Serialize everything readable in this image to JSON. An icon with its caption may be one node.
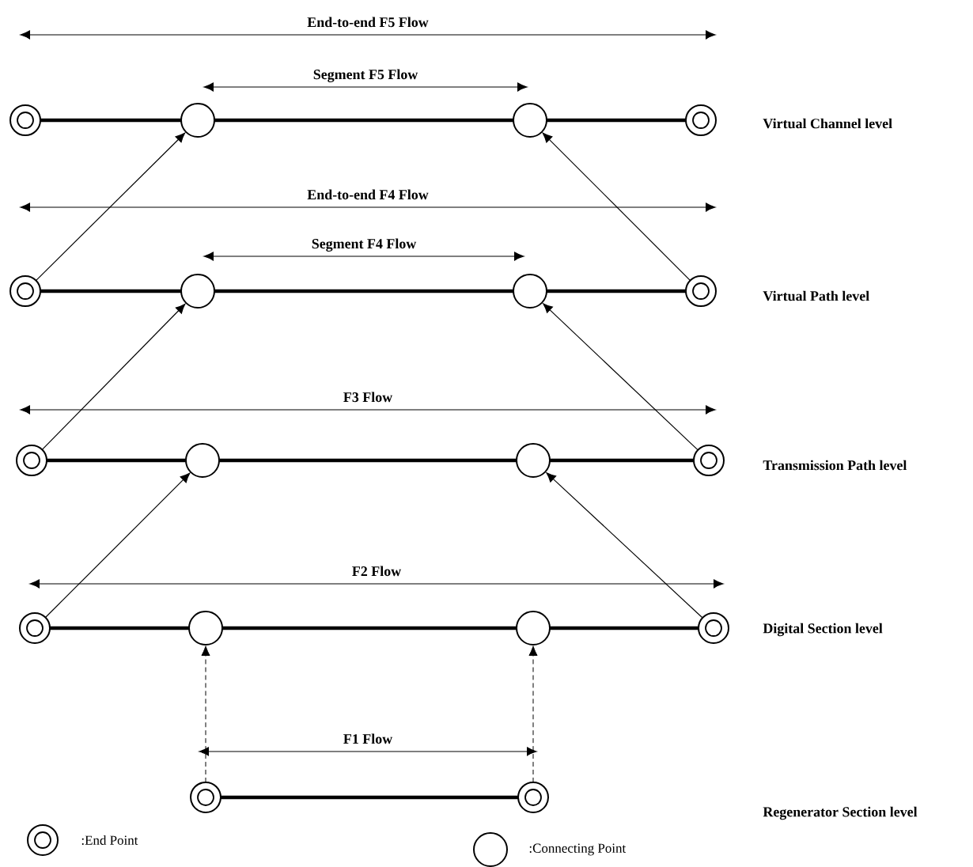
{
  "diagram": {
    "nodes": [
      {
        "text": [],
        "shape": "ring"
      },
      {
        "text": [],
        "shape": "circle"
      },
      {
        "text": [],
        "shape": "circle"
      },
      {
        "text": [],
        "shape": "ring"
      },
      {
        "text": [],
        "shape": "ring"
      },
      {
        "text": [],
        "shape": "circle"
      },
      {
        "text": [],
        "shape": "circle"
      },
      {
        "text": [],
        "shape": "ring"
      },
      {
        "text": [],
        "shape": "ring"
      },
      {
        "text": [],
        "shape": "circle"
      },
      {
        "text": [],
        "shape": "circle"
      },
      {
        "text": [],
        "shape": "ring"
      },
      {
        "text": [],
        "shape": "ring"
      },
      {
        "text": [],
        "shape": "circle"
      },
      {
        "text": [],
        "shape": "circle"
      },
      {
        "text": [],
        "shape": "ring"
      },
      {
        "text": [],
        "shape": "ring"
      },
      {
        "text": [],
        "shape": "ring"
      }
    ],
    "edges": [
      {
        "from": 0,
        "to": 1,
        "arrow": "none"
      },
      {
        "from": 1,
        "to": 2,
        "arrow": "none"
      },
      {
        "from": 2,
        "to": 3,
        "arrow": "none"
      },
      {
        "from": 4,
        "to": 5,
        "arrow": "none"
      },
      {
        "from": 5,
        "to": 6,
        "arrow": "none"
      },
      {
        "from": 6,
        "to": 7,
        "arrow": "none"
      },
      {
        "from": 8,
        "to": 9,
        "arrow": "none"
      },
      {
        "from": 9,
        "to": 10,
        "arrow": "none"
      },
      {
        "from": 10,
        "to": 11,
        "arrow": "none"
      },
      {
        "from": 12,
        "to": 13,
        "arrow": "none"
      },
      {
        "from": 13,
        "to": 14,
        "arrow": "none"
      },
      {
        "from": 14,
        "to": 15,
        "arrow": "none"
      },
      {
        "from": 16,
        "to": 17,
        "arrow": "none"
      },
      {
        "from": 4,
        "to": 1,
        "arrow": "to"
      },
      {
        "from": 7,
        "to": 2,
        "arrow": "to"
      },
      {
        "from": 8,
        "to": 5,
        "arrow": "to"
      },
      {
        "from": 11,
        "to": 6,
        "arrow": "to"
      },
      {
        "from": 12,
        "to": 9,
        "arrow": "to"
      },
      {
        "from": 15,
        "to": 10,
        "arrow": "to"
      },
      {
        "from": 16,
        "to": 13,
        "arrow": "to",
        "style": "dashed"
      },
      {
        "from": 17,
        "to": 14,
        "arrow": "to",
        "style": "dashed"
      }
    ],
    "labels": [
      "End-to-end F5 Flow",
      "Segment F5 Flow",
      "Virtual Channel level",
      "End-to-end F4 Flow",
      "Segment F4 Flow",
      "Virtual Path level",
      "F3 Flow",
      "Transmission Path level",
      "F2 Flow",
      "Digital Section level",
      "F1 Flow",
      "Regenerator Section level"
    ],
    "legend": [
      {
        "text": ":End Point"
      },
      {
        "text": ":Connecting Point"
      }
    ]
  }
}
